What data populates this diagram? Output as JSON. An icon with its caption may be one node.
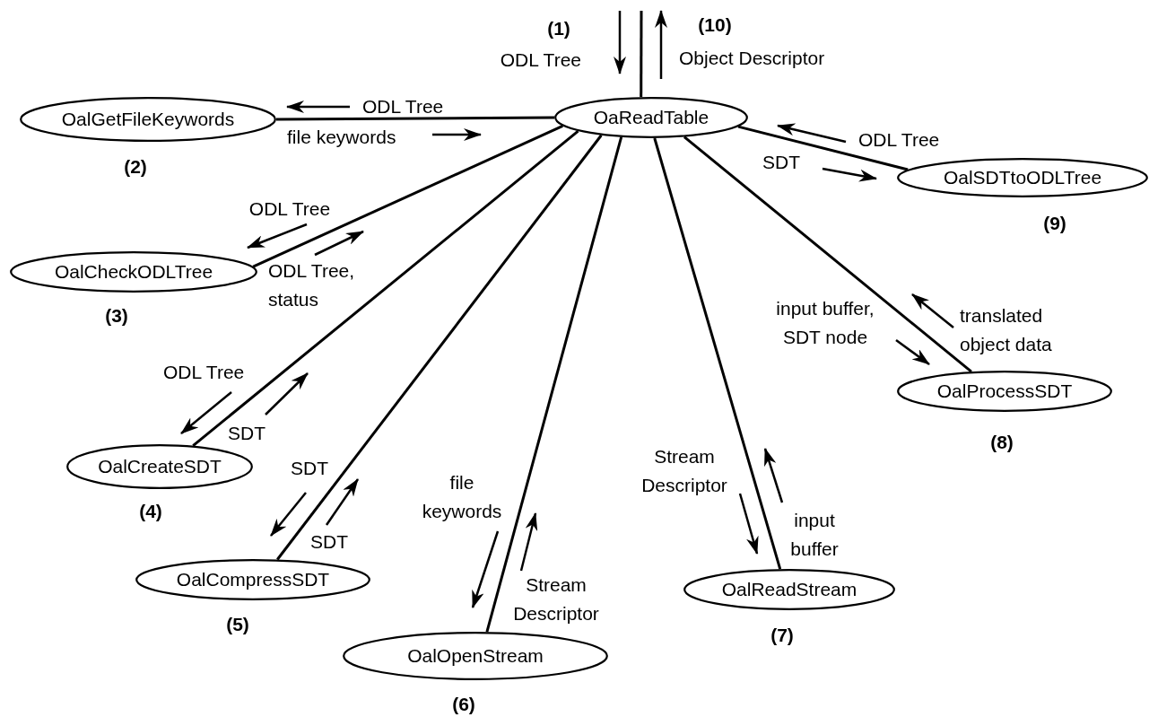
{
  "diagram": {
    "nodes": [
      {
        "text": [
          "OaReadTable"
        ]
      },
      {
        "text": [
          "OalGetFileKeywords"
        ],
        "beside": [
          "(2)"
        ]
      },
      {
        "text": [
          "OalSDTtoODLTree"
        ],
        "beside": [
          "(9)"
        ]
      },
      {
        "text": [
          "OalCheckODLTree"
        ],
        "beside": [
          "(3)"
        ]
      },
      {
        "text": [
          "OalProcessSDT"
        ],
        "beside": [
          "(8)"
        ]
      },
      {
        "text": [
          "OalCreateSDT"
        ],
        "beside": [
          "(4)"
        ]
      },
      {
        "text": [
          "OalCompressSDT"
        ],
        "beside": [
          "(5)"
        ]
      },
      {
        "text": [
          "OalReadStream"
        ],
        "beside": [
          "(7)"
        ]
      },
      {
        "text": [
          "OalOpenStream"
        ],
        "beside": [
          "(6)"
        ]
      }
    ],
    "edges": [
      {
        "from": null,
        "to": 0,
        "arrow": "none"
      },
      {
        "from": 0,
        "to": 1,
        "arrow": "none"
      },
      {
        "from": 0,
        "to": 2,
        "arrow": "none"
      },
      {
        "from": 0,
        "to": 3,
        "arrow": "none"
      },
      {
        "from": 0,
        "to": 4,
        "arrow": "none"
      },
      {
        "from": 0,
        "to": 5,
        "arrow": "none"
      },
      {
        "from": 0,
        "to": 6,
        "arrow": "none"
      },
      {
        "from": 0,
        "to": 7,
        "arrow": "none"
      },
      {
        "from": 0,
        "to": 8,
        "arrow": "none"
      }
    ],
    "labels": [
      "(1)",
      "(10)",
      "ODL Tree",
      "Object Descriptor",
      "ODL Tree",
      "file keywords",
      "ODL Tree",
      "SDT",
      "ODL Tree",
      "ODL Tree, status",
      "input buffer, SDT node",
      "translated object data",
      "ODL Tree",
      "SDT",
      "file keywords",
      "SDT",
      "Stream Descriptor",
      "SDT",
      "input buffer",
      "Stream Descriptor"
    ]
  }
}
